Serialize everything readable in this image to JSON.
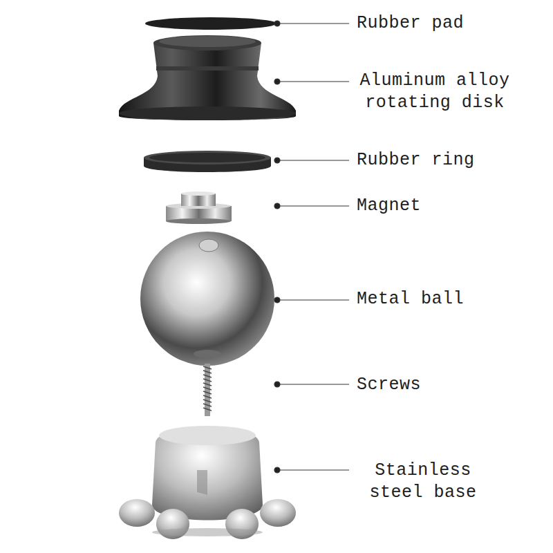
{
  "diagram": {
    "labels": [
      "Rubber pad",
      "Aluminum alloy rotating disk",
      "Rubber ring",
      "Magnet",
      "Metal ball",
      "Screws",
      "Stainless steel base"
    ]
  }
}
